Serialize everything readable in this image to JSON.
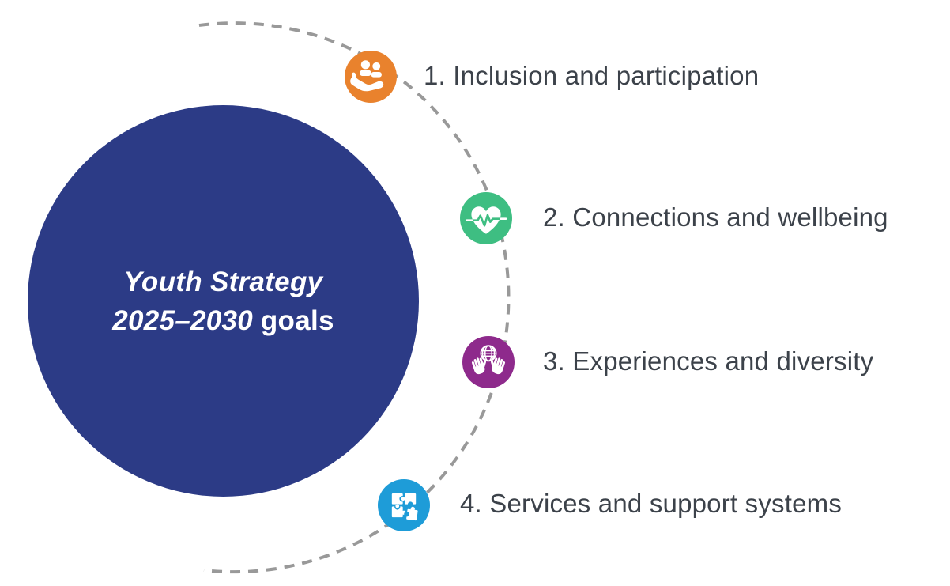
{
  "diagram": {
    "center_circle": {
      "title_line1": "Youth Strategy",
      "title_line2_italic": "2025–2030",
      "title_line2_regular": "goals",
      "color": "#2C3B86",
      "text_color": "#FFFFFF"
    },
    "goals": [
      {
        "text": "1. Inclusion and participation",
        "color": "#E9822D",
        "icon": "people-in-hand-icon"
      },
      {
        "text": "2. Connections and wellbeing",
        "color": "#3EBE82",
        "icon": "heart-pulse-icon"
      },
      {
        "text": "3. Experiences and diversity",
        "color": "#8E2A8C",
        "icon": "hands-holding-globe-icon"
      },
      {
        "text": "4. Services and support systems",
        "color": "#1E9CD8",
        "icon": "puzzle-pieces-icon"
      }
    ],
    "connector": {
      "style": "dashed-arc",
      "color": "#999999"
    },
    "label_color": "#3C424A"
  }
}
